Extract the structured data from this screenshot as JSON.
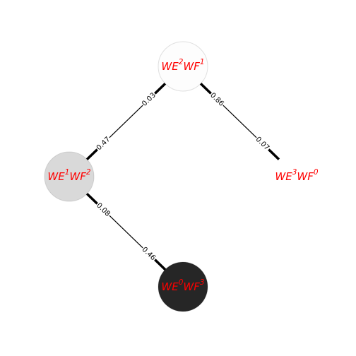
{
  "graph": {
    "label_color": "#ff0000",
    "edge_color": "#000000",
    "nodes": [
      {
        "id": "n_top",
        "base1": "WE",
        "sup1": "2",
        "base2": "WF",
        "sup2": "1",
        "fill": "#fdfdfd"
      },
      {
        "id": "n_left",
        "base1": "WE",
        "sup1": "1",
        "base2": "WF",
        "sup2": "2",
        "fill": "#d9d9d9"
      },
      {
        "id": "n_right",
        "base1": "WE",
        "sup1": "3",
        "base2": "WF",
        "sup2": "0",
        "fill": "#ffffff"
      },
      {
        "id": "n_bottom",
        "base1": "WE",
        "sup1": "0",
        "base2": "WF",
        "sup2": "3",
        "fill": "#262626"
      }
    ],
    "edges": [
      {
        "id": "e_top_left",
        "from": "n_top",
        "to": "n_left",
        "label_near_from": "0.03",
        "label_near_to": "0.47"
      },
      {
        "id": "e_top_right",
        "from": "n_top",
        "to": "n_right",
        "label_near_from": "0.86",
        "label_near_to": "0.07"
      },
      {
        "id": "e_left_bottom",
        "from": "n_left",
        "to": "n_bottom",
        "label_near_from": "0.08",
        "label_near_to": "0.46"
      }
    ]
  }
}
